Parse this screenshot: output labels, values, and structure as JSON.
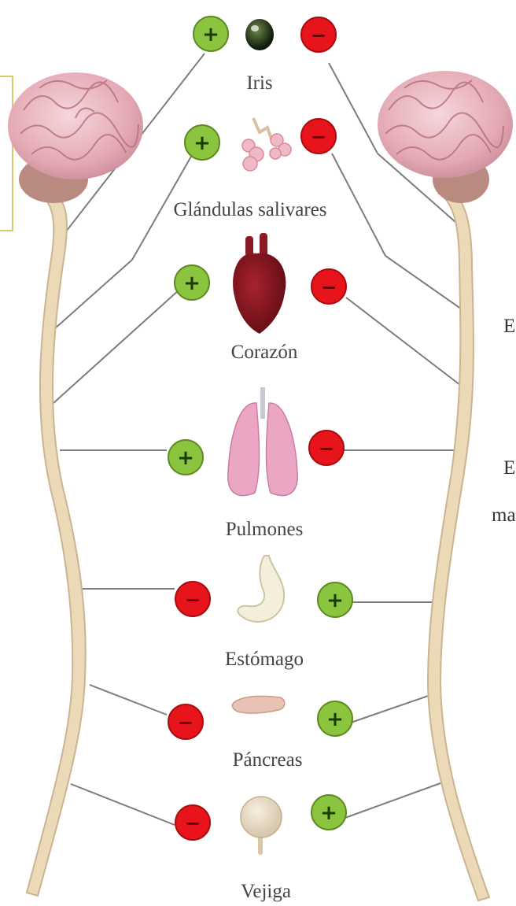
{
  "diagram": {
    "organs": [
      {
        "label": "Iris",
        "left_sign": "+",
        "right_sign": "−"
      },
      {
        "label": "Glándulas salivares",
        "left_sign": "+",
        "right_sign": "−"
      },
      {
        "label": "Corazón",
        "left_sign": "+",
        "right_sign": "−"
      },
      {
        "label": "Pulmones",
        "left_sign": "+",
        "right_sign": "−"
      },
      {
        "label": "Estómago",
        "left_sign": "−",
        "right_sign": "+"
      },
      {
        "label": "Páncreas",
        "left_sign": "−",
        "right_sign": "+"
      },
      {
        "label": "Vejiga",
        "left_sign": "−",
        "right_sign": "+"
      }
    ],
    "right_cut_text": [
      "E",
      "E",
      "ma"
    ],
    "colors": {
      "stimulate": "#8bc53f",
      "inhibit": "#e8141b",
      "spine": "#ecd9b8",
      "brain": "#e9b3bd",
      "nerve_line": "#7d7d7d"
    }
  }
}
